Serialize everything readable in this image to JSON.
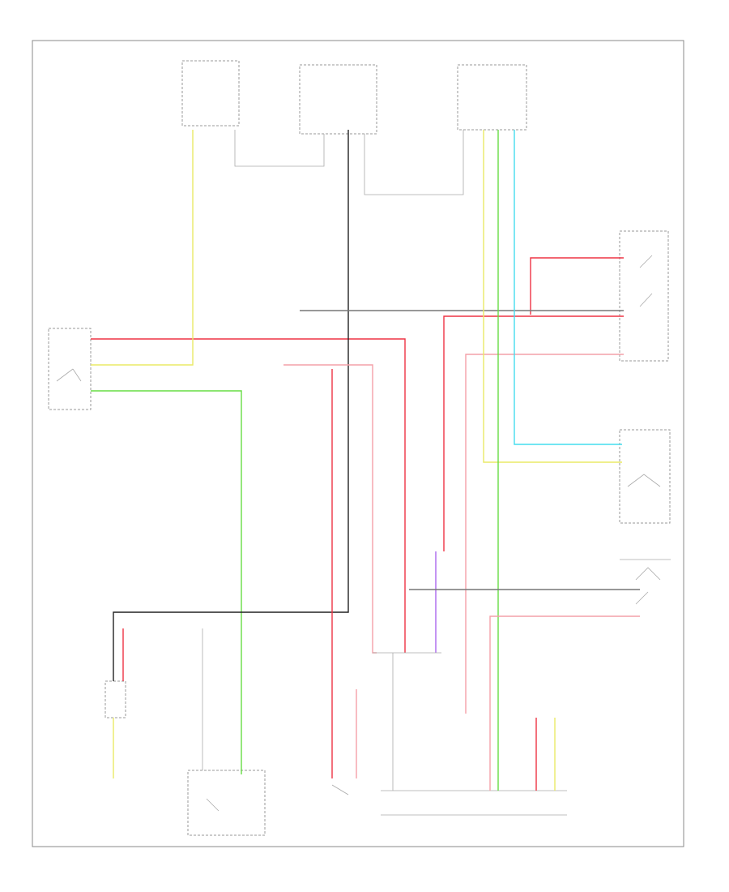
{
  "diagram": {
    "footer_code": "",
    "components": [
      {
        "id": "relay",
        "label": ""
      },
      {
        "id": "fuse_top_left",
        "label": ""
      },
      {
        "id": "fuse_top_mid",
        "label": ""
      },
      {
        "id": "junction_top_right",
        "label": ""
      },
      {
        "id": "shift_lever_switch",
        "label": ""
      },
      {
        "id": "neutral_switch",
        "label": ""
      },
      {
        "id": "transmission_range_sensor",
        "label": ""
      },
      {
        "id": "battery",
        "label": ""
      },
      {
        "id": "starter",
        "label": ""
      },
      {
        "id": "clutch_switch",
        "label": ""
      },
      {
        "id": "pcm",
        "label": ""
      },
      {
        "id": "ground_connector",
        "label": ""
      }
    ],
    "wire_colors": {
      "red": "#ee3344",
      "yellow": "#eaea66",
      "green": "#66dd44",
      "cyan": "#44ddee",
      "black": "#222222",
      "violet": "#aa66ee",
      "pink": "#f4a0a8"
    }
  }
}
